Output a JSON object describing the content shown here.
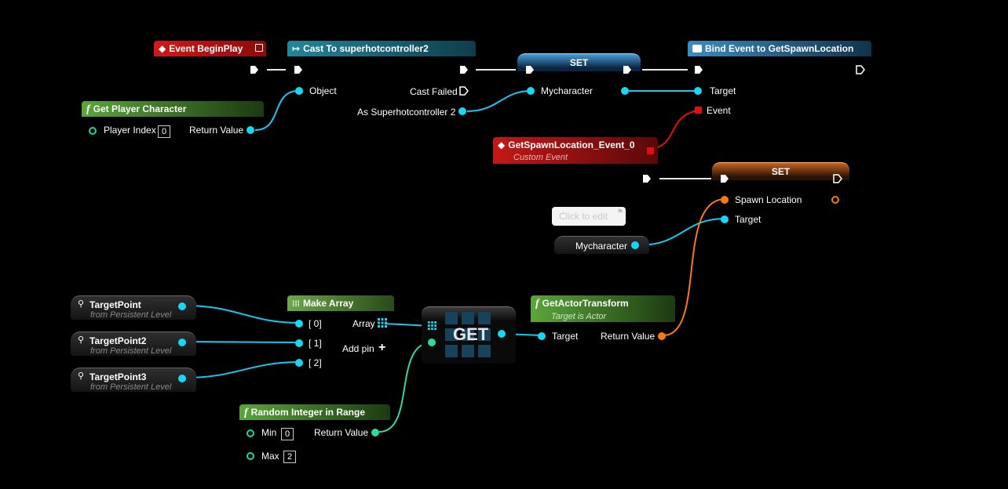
{
  "nodes": {
    "begin_play": {
      "title": "Event BeginPlay"
    },
    "cast": {
      "title": "Cast To superhotcontroller2",
      "object_label": "Object",
      "cast_failed_label": "Cast Failed",
      "as_label": "As Superhotcontroller 2"
    },
    "set1": {
      "title": "SET",
      "var_label": "Mycharacter"
    },
    "bind_event": {
      "title": "Bind Event to GetSpawnLocation",
      "target_label": "Target",
      "event_label": "Event"
    },
    "get_player_character": {
      "title": "Get Player Character",
      "player_index_label": "Player Index",
      "player_index_value": "0",
      "return_label": "Return Value"
    },
    "custom_event": {
      "title": "GetSpawnLocation_Event_0",
      "subtitle": "Custom Event"
    },
    "set2": {
      "title": "SET",
      "spawn_label": "Spawn Location",
      "target_label": "Target"
    },
    "comment": {
      "text": "Click to edit"
    },
    "mycharacter_get": {
      "label": "Mycharacter"
    },
    "target_points": [
      {
        "title": "TargetPoint",
        "subtitle": "from Persistent Level"
      },
      {
        "title": "TargetPoint2",
        "subtitle": "from Persistent Level"
      },
      {
        "title": "TargetPoint3",
        "subtitle": "from Persistent Level"
      }
    ],
    "make_array": {
      "title": "Make Array",
      "pins": [
        "[ 0]",
        "[ 1]",
        "[ 2]"
      ],
      "array_label": "Array",
      "add_pin_label": "Add pin"
    },
    "get": {
      "title": "GET"
    },
    "get_actor_transform": {
      "title": "GetActorTransform",
      "subtitle": "Target is Actor",
      "target_label": "Target",
      "return_label": "Return Value"
    },
    "random_int": {
      "title": "Random Integer in Range",
      "min_label": "Min",
      "min_value": "0",
      "max_label": "Max",
      "max_value": "2",
      "return_label": "Return Value"
    }
  },
  "colors": {
    "event_red": "#b01515",
    "cast_teal": "#1f6f80",
    "func_green": "#4a8a2c",
    "bind_blue": "#2a6f99",
    "pin_cyan": "#16d8f2",
    "pin_orange": "#f97a15"
  },
  "icons": {
    "event": "event-diamond-icon",
    "cast": "cast-arrow-icon",
    "function": "function-f-icon",
    "make_array": "array-grid-icon"
  }
}
